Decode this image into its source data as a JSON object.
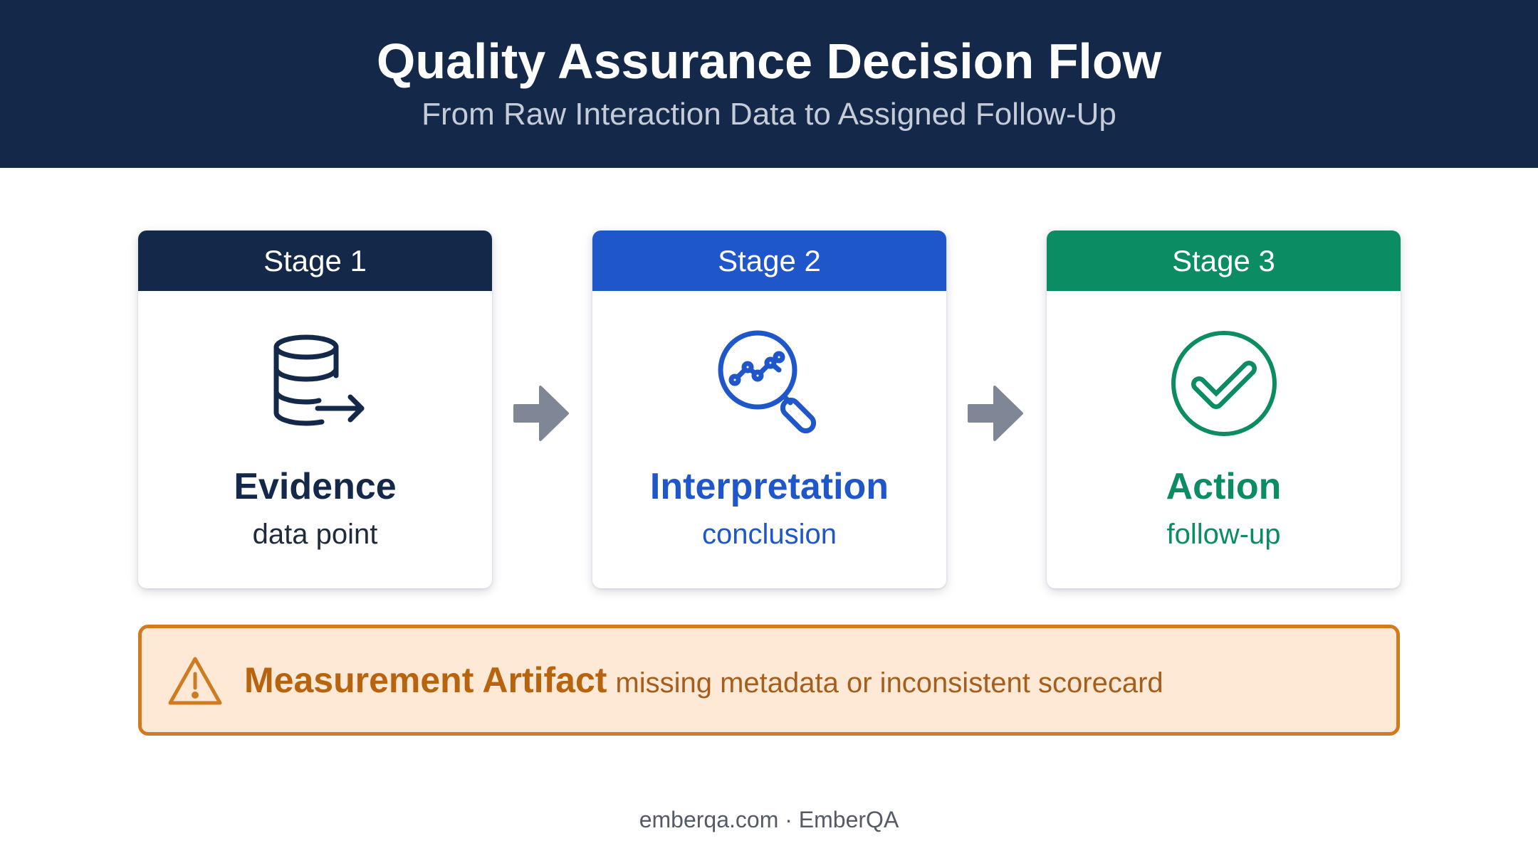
{
  "header": {
    "title": "Quality Assurance Decision Flow",
    "subtitle": "From Raw Interaction Data to Assigned Follow-Up"
  },
  "stages": [
    {
      "label": "Stage 1",
      "title": "Evidence",
      "subtitle": "data point",
      "icon": "database-export-icon",
      "head_color": "#14294a",
      "title_color": "#14294a",
      "subtitle_color": "#1f2a3a"
    },
    {
      "label": "Stage 2",
      "title": "Interpretation",
      "subtitle": "conclusion",
      "icon": "magnifier-trend-icon",
      "head_color": "#1f56c9",
      "title_color": "#1f56c9",
      "subtitle_color": "#1f56c9"
    },
    {
      "label": "Stage 3",
      "title": "Action",
      "subtitle": "follow-up",
      "icon": "check-circle-icon",
      "head_color": "#0b8c63",
      "title_color": "#0b8c63",
      "subtitle_color": "#0b8c63"
    }
  ],
  "connectors": {
    "icon": "arrow-right-icon",
    "color": "#7f8796"
  },
  "warning": {
    "title": "Measurement Artifact",
    "description": "missing metadata or inconsistent scorecard",
    "icon": "warning-triangle-icon",
    "accent": "#cf7b22",
    "background": "#fde9d6"
  },
  "footer": {
    "text": "emberqa.com · EmberQA"
  }
}
